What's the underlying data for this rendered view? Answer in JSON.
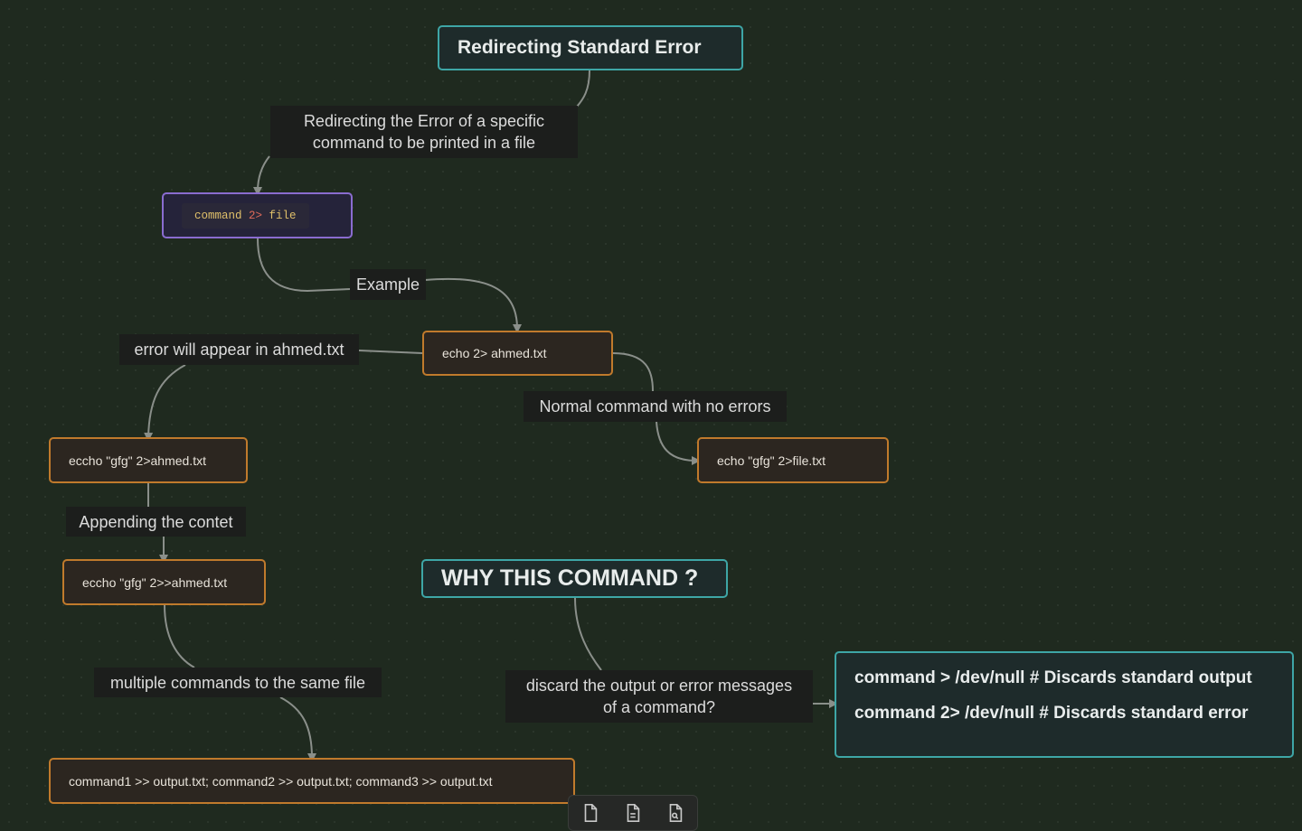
{
  "nodes": {
    "title_redirect": "Redirecting Standard Error",
    "cmd_token_command": "command",
    "cmd_token_op": " 2> ",
    "cmd_token_file": "file",
    "echo_ahmed": "echo 2> ahmed.txt",
    "eccho_gfg": "eccho \"gfg\" 2>ahmed.txt",
    "echo_gfg_file": "echo \"gfg\" 2>file.txt",
    "eccho_append": "eccho \"gfg\" 2>>ahmed.txt",
    "why_title": "WHY THIS COMMAND ?",
    "multi_cmd": "command1 >> output.txt; command2 >> output.txt; command3 >> output.txt",
    "devnull_line1": "command > /dev/null # Discards standard output",
    "devnull_line2": "command 2> /dev/null # Discards standard error"
  },
  "edge_labels": {
    "specific_error_line1": "Redirecting the Error of a specific",
    "specific_error_line2": "command to be printed in a file",
    "example": "Example",
    "error_appear": "error will appear in ahmed.txt",
    "normal_command": "Normal command with no errors",
    "appending": "Appending the contet",
    "multiple": "multiple commands to the same file",
    "discard_line1": "discard the output or error messages",
    "discard_line2": "of a command?"
  },
  "colors": {
    "background": "#1f2a1f",
    "teal_border": "#3ea6a6",
    "orange_border": "#c07a2c",
    "purple_border": "#8a6cd0",
    "edge": "#8a8f8a"
  },
  "toolbar": {
    "icons": [
      "file-icon",
      "file-text-icon",
      "file-search-icon"
    ]
  }
}
